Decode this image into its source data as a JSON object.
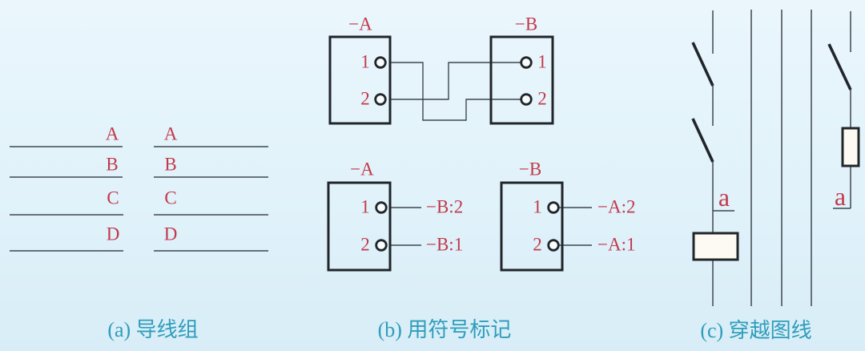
{
  "colors": {
    "background": "#e1f2fa",
    "label_red": "#c23a4b",
    "caption_teal": "#2e9dbb",
    "wire_dark": "#3f474f",
    "symbol_black": "#20252a"
  },
  "section_a": {
    "caption": "(a) 导线组",
    "left_labels": [
      "A",
      "B",
      "C",
      "D"
    ],
    "right_labels": [
      "A",
      "B",
      "C",
      "D"
    ]
  },
  "section_b": {
    "caption": "(b) 用符号标记",
    "top": {
      "box_a": {
        "label": "−A",
        "terminals": [
          "1",
          "2"
        ]
      },
      "box_b": {
        "label": "−B",
        "terminals": [
          "1",
          "2"
        ]
      }
    },
    "bottom": {
      "box_a": {
        "label": "−A",
        "terminals": [
          "1",
          "2"
        ],
        "refs": [
          "−B:2",
          "−B:1"
        ]
      },
      "box_b": {
        "label": "−B",
        "terminals": [
          "1",
          "2"
        ],
        "refs": [
          "−A:2",
          "−A:1"
        ]
      }
    }
  },
  "section_c": {
    "caption": "(c) 穿越图线",
    "wire_labels": [
      "a",
      "a"
    ]
  }
}
